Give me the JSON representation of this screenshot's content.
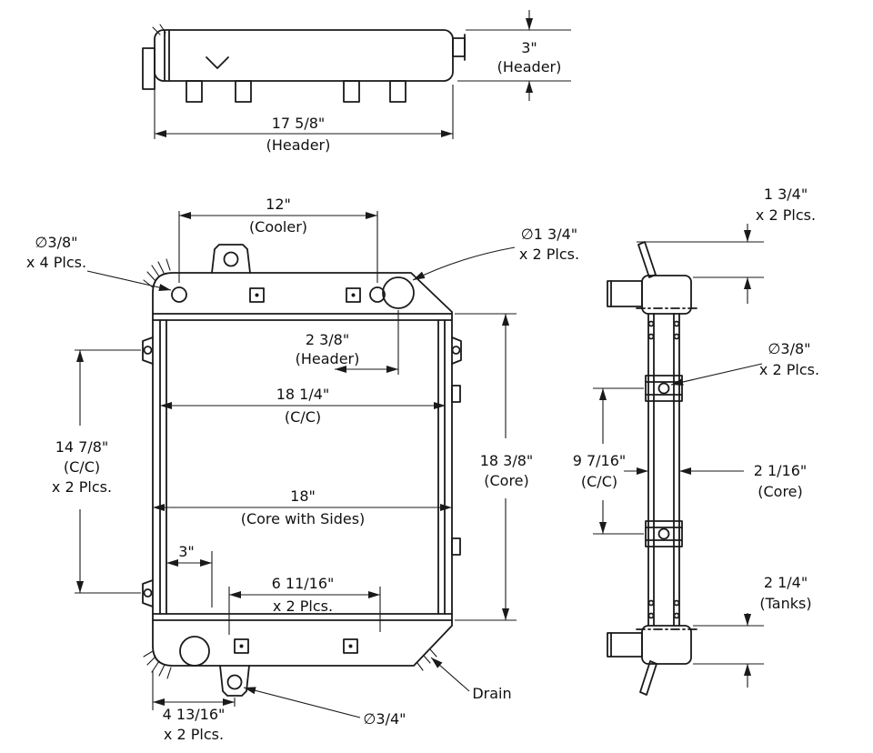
{
  "page": {
    "background": "#ffffff",
    "line_color": "#1a1a1a",
    "drawing_type": "radiator-dimension-drawing"
  },
  "top_view": {
    "dim_header_height": {
      "value": "3\"",
      "label": "(Header)"
    },
    "dim_header_width": {
      "value": "17 5/8\"",
      "label": "(Header)"
    }
  },
  "front_view": {
    "dim_cooler": {
      "value": "12\"",
      "label": "(Cooler)"
    },
    "dim_mount_holes": {
      "value": "∅3/8\"",
      "label": "x 4 Plcs."
    },
    "dim_inlet": {
      "value": "∅1 3/4\"",
      "label": "x 2 Plcs."
    },
    "dim_header_offset": {
      "value": "2 3/8\"",
      "label": "(Header)"
    },
    "dim_cc_width": {
      "value": "18 1/4\"",
      "label": "(C/C)"
    },
    "dim_cc_height": {
      "value": "14 7/8\"",
      "label": "(C/C)",
      "label2": "x 2 Plcs."
    },
    "dim_core_width": {
      "value": "18\"",
      "label": "(Core with Sides)"
    },
    "dim_core_height": {
      "value": "18 3/8\"",
      "label": "(Core)"
    },
    "dim_offset3": {
      "value": "3\""
    },
    "dim_bottom_holes": {
      "value": "6 11/16\"",
      "label": "x 2 Plcs."
    },
    "dim_bottom_offset": {
      "value": "4 13/16\"",
      "label": "x 2 Plcs."
    },
    "dim_drain_dia": {
      "value": "∅3/4\""
    },
    "drain_label": "Drain"
  },
  "side_view": {
    "dim_top_plcs": {
      "value": "1 3/4\"",
      "label": "x 2 Plcs."
    },
    "dim_side_holes": {
      "value": "∅3/8\"",
      "label": "x 2 Plcs."
    },
    "dim_cc": {
      "value": "9 7/16\"",
      "label": "(C/C)"
    },
    "dim_core": {
      "value": "2 1/16\"",
      "label": "(Core)"
    },
    "dim_tanks": {
      "value": "2 1/4\"",
      "label": "(Tanks)"
    }
  }
}
